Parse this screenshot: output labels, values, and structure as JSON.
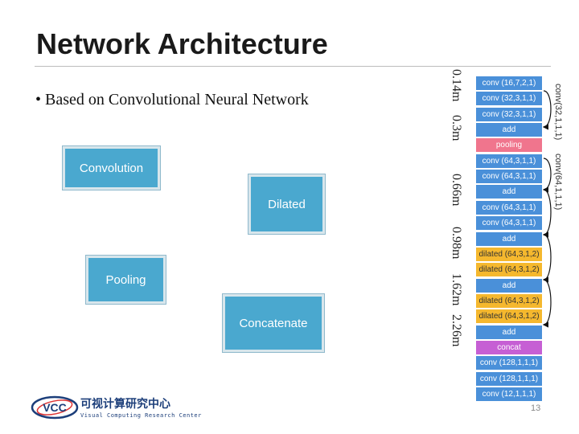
{
  "slide": {
    "title": "Network Architecture",
    "bullet": "Based on Convolutional Neural Network",
    "page_number": "13"
  },
  "concept_boxes": [
    "Convolution",
    "Dilated",
    "Pooling",
    "Concatenate"
  ],
  "range_labels": [
    "0.14m",
    "0.3m",
    "0.66m",
    "0.98m",
    "1.62m",
    "2.26m"
  ],
  "layers": [
    {
      "label": "conv (16,7,2,1)",
      "kind": "conv"
    },
    {
      "label": "conv (32,3,1,1)",
      "kind": "conv"
    },
    {
      "label": "conv (32,3,1,1)",
      "kind": "conv"
    },
    {
      "label": "add",
      "kind": "add"
    },
    {
      "label": "pooling",
      "kind": "pool"
    },
    {
      "label": "conv (64,3,1,1)",
      "kind": "conv"
    },
    {
      "label": "conv (64,3,1,1)",
      "kind": "conv"
    },
    {
      "label": "add",
      "kind": "add"
    },
    {
      "label": "conv (64,3,1,1)",
      "kind": "conv"
    },
    {
      "label": "conv (64,3,1,1)",
      "kind": "conv"
    },
    {
      "label": "add",
      "kind": "add"
    },
    {
      "label": "dilated (64,3,1,2)",
      "kind": "dil"
    },
    {
      "label": "dilated (64,3,1,2)",
      "kind": "dil"
    },
    {
      "label": "add",
      "kind": "add"
    },
    {
      "label": "dilated (64,3,1,2)",
      "kind": "dil"
    },
    {
      "label": "dilated (64,3,1,2)",
      "kind": "dil"
    },
    {
      "label": "add",
      "kind": "add"
    },
    {
      "label": "concat",
      "kind": "concat"
    },
    {
      "label": "conv (128,1,1,1)",
      "kind": "conv"
    },
    {
      "label": "conv (128,1,1,1)",
      "kind": "conv"
    },
    {
      "label": "conv (12,1,1,1)",
      "kind": "conv"
    }
  ],
  "skip_labels": [
    "conv(32,1,1,1)",
    "conv(64,1,1,1)"
  ],
  "logo": {
    "mark": "VCC",
    "chinese": "可视计算研究中心",
    "english": "Visual Computing Research Center"
  }
}
